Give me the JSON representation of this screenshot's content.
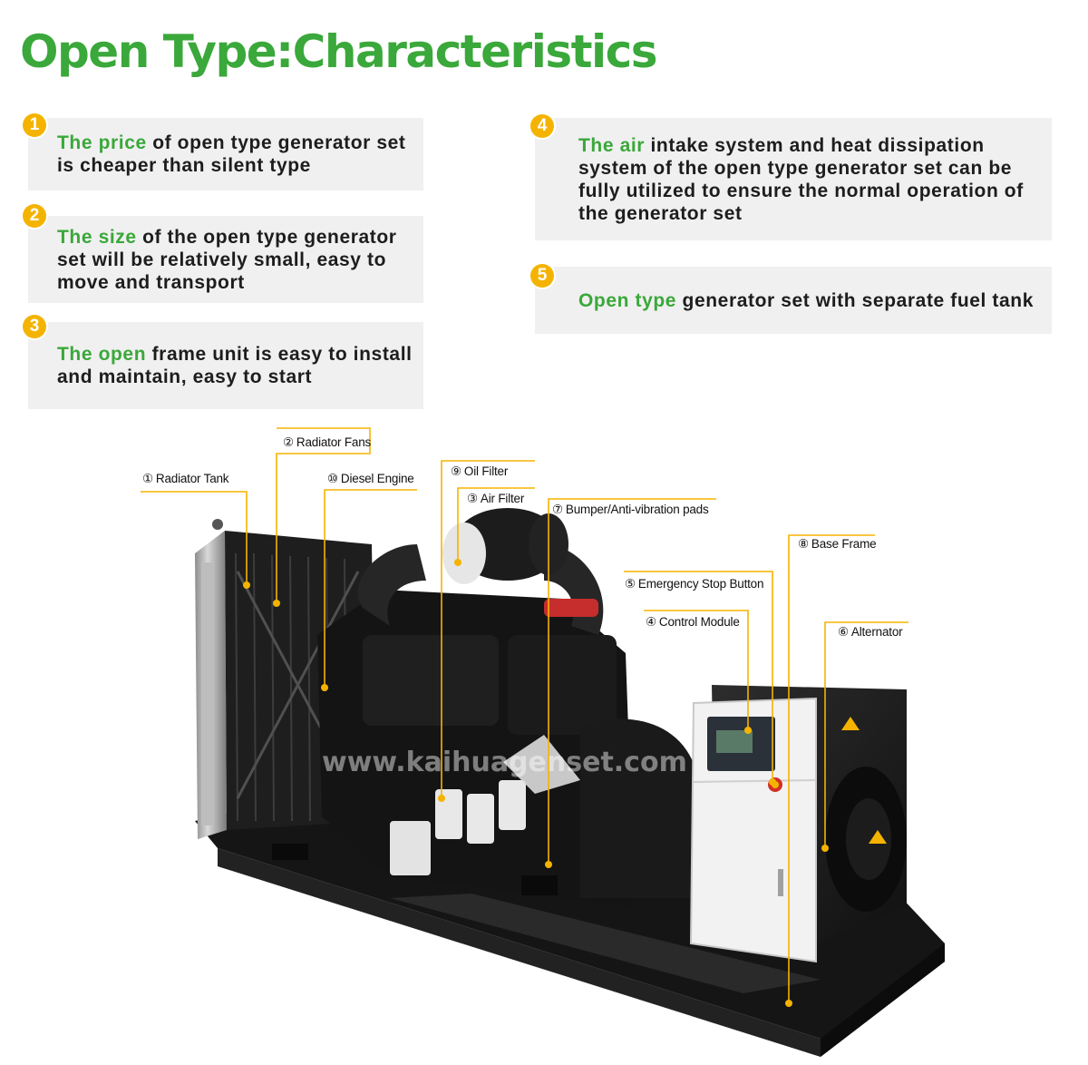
{
  "title": "Open Type:Characteristics",
  "features": [
    {
      "number": "1",
      "highlight": "The price",
      "text": " of open type generator set is cheaper than silent type"
    },
    {
      "number": "2",
      "highlight": "The size",
      "text": " of the open type generator set will be relatively small, easy to move and transport"
    },
    {
      "number": "3",
      "highlight": "The open",
      "text": " frame unit is easy to install and maintain, easy to start"
    },
    {
      "number": "4",
      "highlight": "The air",
      "text": " intake system and heat dissipation system of the open type generator set can be fully utilized to ensure the normal operation of the generator set"
    },
    {
      "number": "5",
      "highlight": "Open type",
      "text": " generator set with separate fuel tank"
    }
  ],
  "parts": [
    {
      "number": "①",
      "label": "Radiator Tank"
    },
    {
      "number": "②",
      "label": "Radiator Fans"
    },
    {
      "number": "⑩",
      "label": "Diesel Engine"
    },
    {
      "number": "⑨",
      "label": "Oil Filter"
    },
    {
      "number": "③",
      "label": "Air Filter"
    },
    {
      "number": "⑦",
      "label": "Bumper/Anti-vibration pads"
    },
    {
      "number": "⑧",
      "label": "Base Frame"
    },
    {
      "number": "⑤",
      "label": "Emergency Stop Button"
    },
    {
      "number": "④",
      "label": "Control Module"
    },
    {
      "number": "⑥",
      "label": "Alternator"
    }
  ],
  "watermark": "www.kaihuagenset.com",
  "colors": {
    "accent_green": "#3aa83a",
    "badge_yellow": "#f5b301",
    "leader_yellow": "#f5b301",
    "card_bg": "#f0f0f0"
  }
}
